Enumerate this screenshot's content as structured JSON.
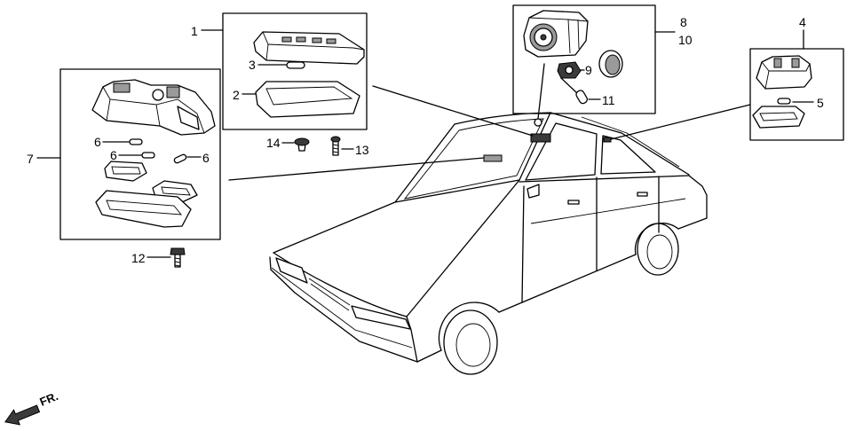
{
  "callouts": {
    "c1": "1",
    "c2": "2",
    "c3": "3",
    "c4": "4",
    "c5": "5",
    "c6a": "6",
    "c6b": "6",
    "c6c": "6",
    "c7": "7",
    "c8": "8",
    "c9": "9",
    "c10": "10",
    "c11": "11",
    "c12": "12",
    "c13": "13",
    "c14": "14"
  },
  "direction": {
    "label": "FR.",
    "icon": "direction-arrow-icon"
  },
  "colors": {
    "line": "#000000",
    "background": "#ffffff"
  }
}
